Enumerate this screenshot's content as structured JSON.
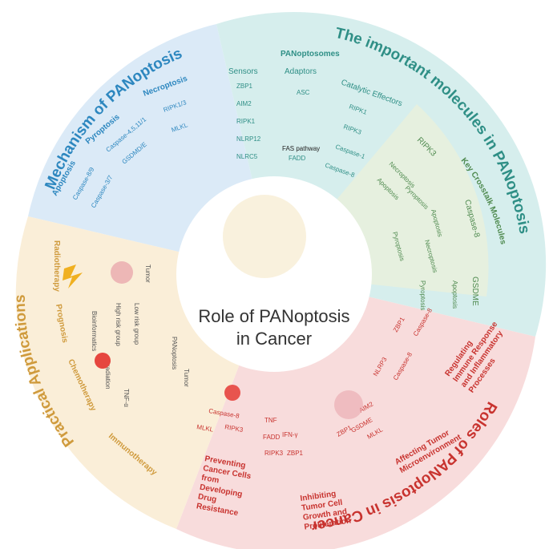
{
  "center": {
    "line1": "Role of PANoptosis",
    "line2": "in Cancer"
  },
  "quadrants": {
    "mechanism": {
      "title": "Mechanism of PANoptosis",
      "columns": [
        {
          "title": "Apoptosis",
          "items": [
            "Caspase-8/9",
            "Caspase-3/7"
          ]
        },
        {
          "title": "Pyroptosis",
          "items": [
            "Caspase-4,5,11/1",
            "GSDMD/E"
          ]
        },
        {
          "title": "Necroptosis",
          "items": [
            "RIPK1/3",
            "MLKL"
          ]
        }
      ]
    },
    "molecules": {
      "title": "The important molecules in PANoptosis",
      "panoptosomes": {
        "title": "PANoptosomes",
        "sensors": {
          "title": "Sensors",
          "items": [
            "ZBP1",
            "AIM2",
            "RIPK1",
            "NLRP12",
            "NLRC5"
          ]
        },
        "adaptors": {
          "title": "Adaptors",
          "items": [
            "ASC",
            "FAS pathway",
            "FADD"
          ]
        },
        "effectors": {
          "title": "Catalytic Effectors",
          "items": [
            "RIPK1",
            "RIPK3",
            "Caspase-1",
            "Caspase-8"
          ]
        }
      },
      "crosstalk": {
        "title": "Key Crosstalk Molecules",
        "items": [
          {
            "name": "RIPK3",
            "labels": [
              "Necroptosis",
              "Apoptosis",
              "Pyroptosis"
            ]
          },
          {
            "name": "Caspase-8",
            "labels": [
              "Apoptosis",
              "Pyroptosis",
              "Necroptosis"
            ]
          },
          {
            "name": "GSDME",
            "labels": [
              "Pyroptosis",
              "Apoptosis"
            ]
          }
        ]
      }
    },
    "roles": {
      "title": "Roles of PANoptosis in Cancer",
      "sections": [
        {
          "title": [
            "Regulating",
            "Immune Response",
            "and Inflammatory",
            "Processes"
          ],
          "items": [
            "ZBP1",
            "Caspase-8",
            "NLRP3",
            "Caspase-8"
          ]
        },
        {
          "title": [
            "Affecting Tumor",
            "Microenvironment"
          ],
          "items": [
            "AIM2",
            "GSDME",
            "ZBP1",
            "MLKL"
          ]
        },
        {
          "title": [
            "Inhibiting",
            "Tumor Cell",
            "Growth and",
            "Proliferation"
          ],
          "items": [
            "TNF",
            "IFN-γ",
            "FADD",
            "ZBP1",
            "RIPK3"
          ]
        },
        {
          "title": [
            "Preventing",
            "Cancer Cells",
            "from",
            "Developing",
            "Drug",
            "Resistance"
          ],
          "items": [
            "Caspase-8",
            "MLKL",
            "RIPK3"
          ]
        }
      ]
    },
    "applications": {
      "title": "Practical Applications",
      "items": [
        "Radiotherapy",
        "Prognosis",
        "Chemotherapy",
        "Immunotherapy"
      ],
      "labels": [
        "Tumor",
        "Bioinformatics",
        "High risk group",
        "Low risk group",
        "Tumor",
        "PANoptosis",
        "Irradiation",
        "TNF-α"
      ]
    }
  },
  "colors": {
    "mechanism": "#dbeaf7",
    "molecules": "#d6eeed",
    "crosstalk": "#e6f0df",
    "roles": "#f8dcdc",
    "applications": "#faeed8",
    "red_text": "#c8332f",
    "blue_text": "#2d87bf"
  }
}
